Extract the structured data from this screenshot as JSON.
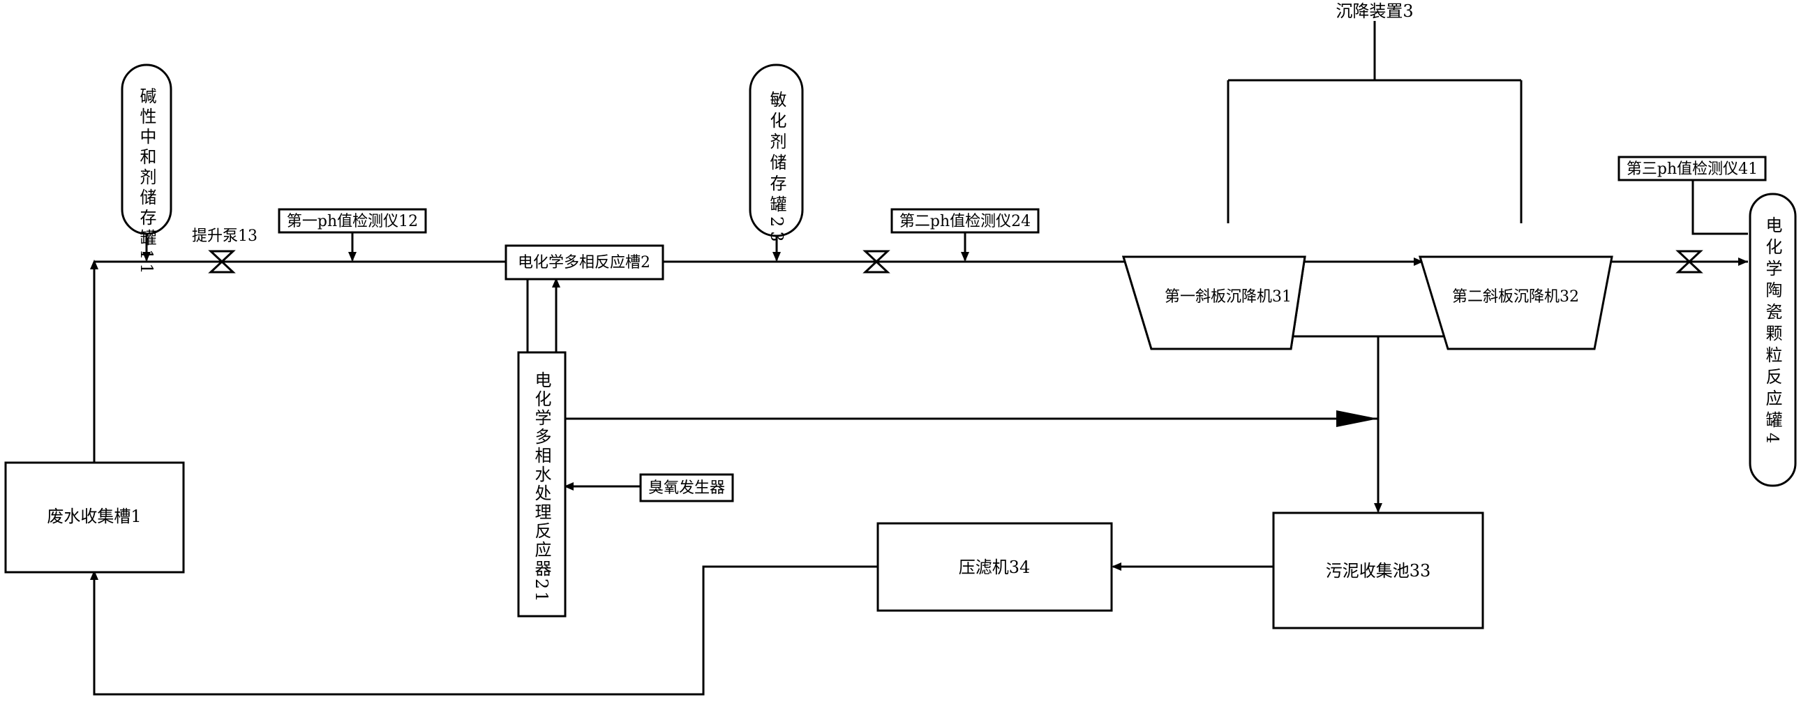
{
  "labels": {
    "settling_device": "沉降装置3",
    "alkaline_tank": "碱性中和剂储存罐11",
    "lift_pump": "提升泵13",
    "ph_meter_1": "第一ph值检测仪12",
    "electrochem_tank": "电化学多相反应槽2",
    "sensitizer_tank": "敏化剂储存罐23",
    "ph_meter_2": "第二ph值检测仪24",
    "settler_1": "第一斜板沉降机31",
    "settler_2": "第二斜板沉降机32",
    "ph_meter_3": "第三ph值检测仪41",
    "ceramic_reactor": "电化学陶瓷颗粒反应罐4",
    "water_reactor": "电化学多相水处理反应器21",
    "ozone_generator": "臭氧发生器",
    "wastewater_tank": "废水收集槽1",
    "filter_press": "压滤机34",
    "sludge_pool": "污泥收集池33"
  }
}
